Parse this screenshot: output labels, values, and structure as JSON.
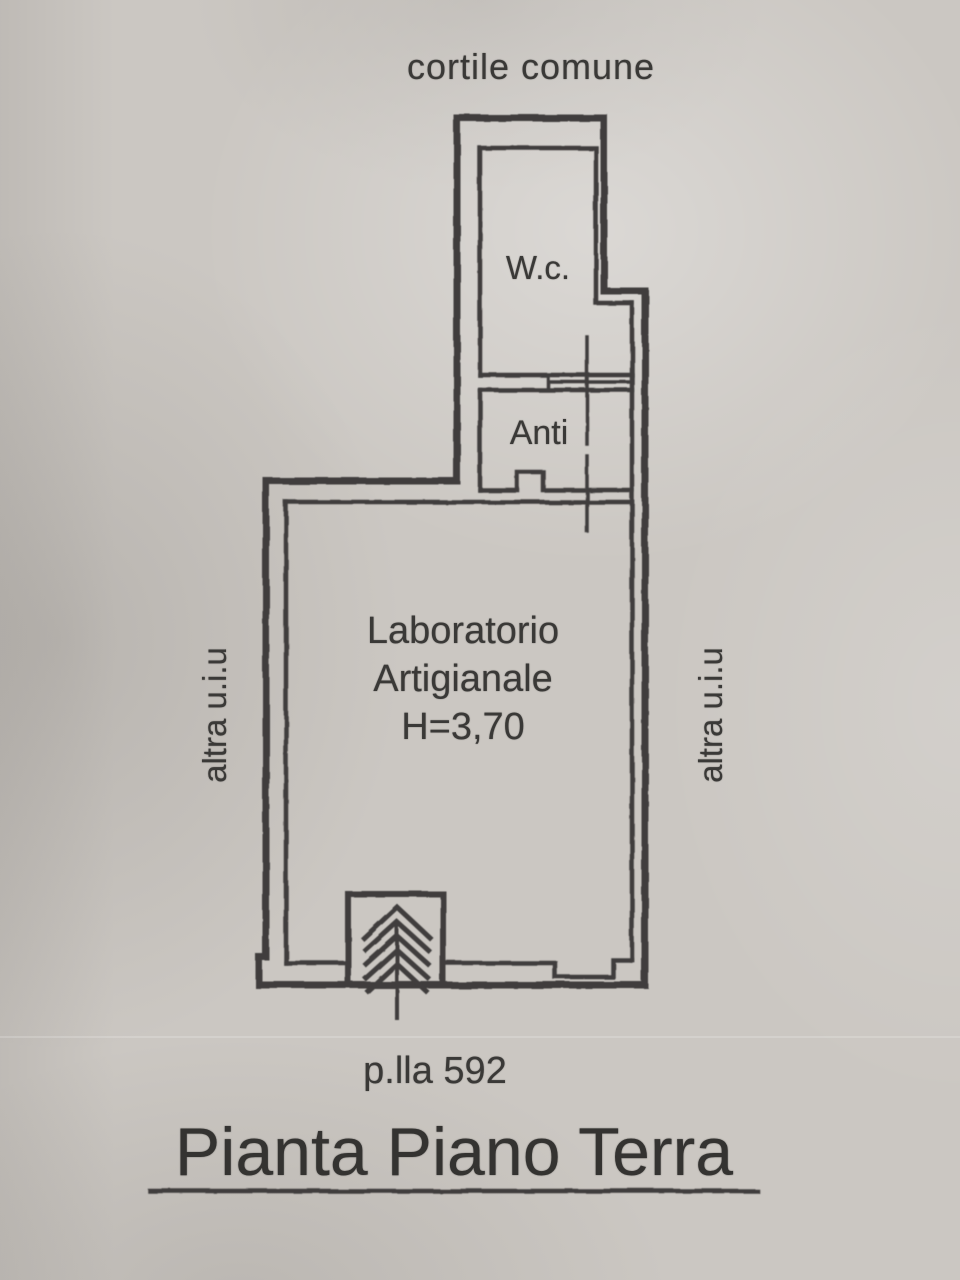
{
  "page": {
    "courtyard_label": "cortile comune",
    "rooms": {
      "wc": "W.c.",
      "anti": "Anti",
      "lab_line1": "Laboratorio",
      "lab_line2": "Artigianale",
      "lab_line3": "H=3,70"
    },
    "adjacent_left": "altra u.i.u",
    "adjacent_right": "altra u.i.u",
    "parcel": "p.lla 592",
    "title": "Pianta Piano Terra",
    "colors": {
      "ink": "#3f3e3c",
      "paper": "#cbc7c2"
    }
  }
}
